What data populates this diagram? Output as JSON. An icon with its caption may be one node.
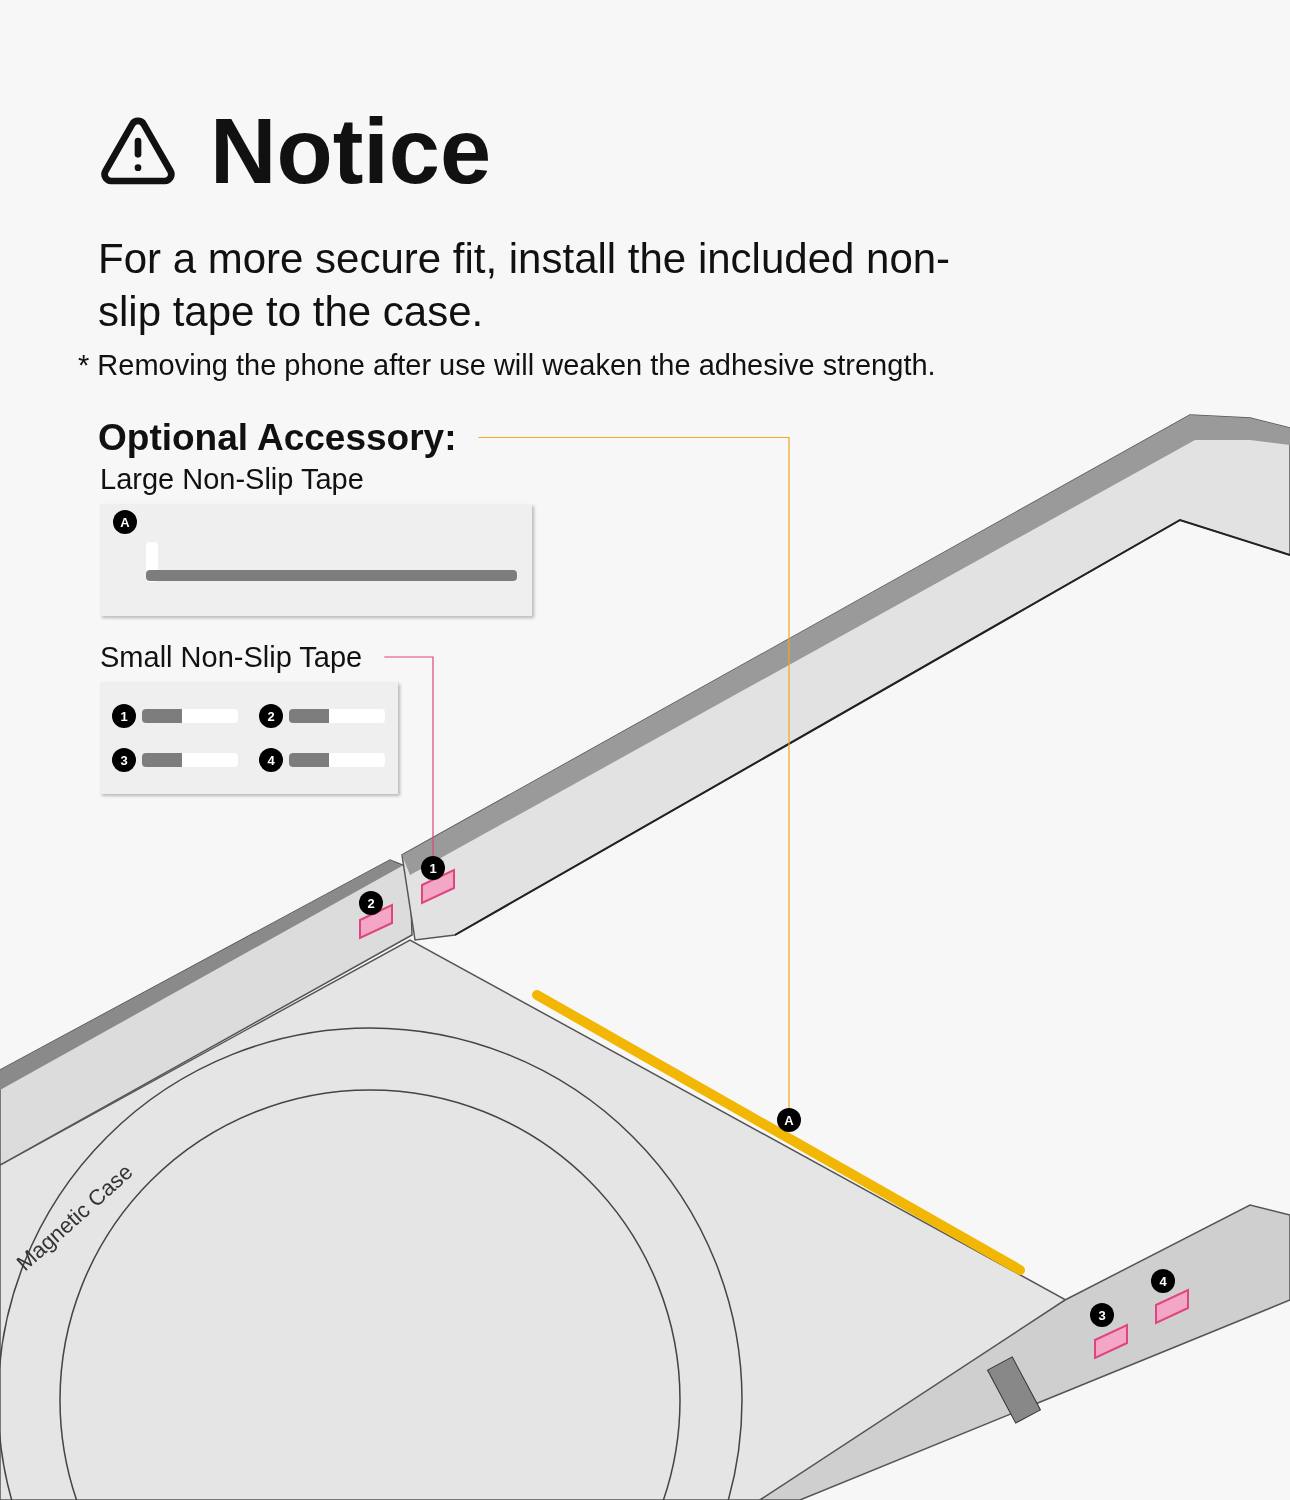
{
  "diagram": {
    "title": "Notice",
    "nodes": [
      {
        "text": [
          "Optional Accessory:"
        ]
      },
      {
        "text": [
          "Large Non-Slip Tape"
        ]
      },
      {
        "text": [
          "A"
        ],
        "in": 1
      },
      {
        "text": [
          "Small Non-Slip Tape"
        ]
      },
      {
        "text": [
          "1"
        ],
        "in": 3
      },
      {
        "text": [
          "2"
        ],
        "in": 3
      },
      {
        "text": [
          "3"
        ],
        "in": 3
      },
      {
        "text": [
          "4"
        ],
        "in": 3
      },
      {
        "text": [
          "1"
        ]
      },
      {
        "text": [
          "2"
        ]
      },
      {
        "text": [
          "A"
        ]
      },
      {
        "text": [
          "4"
        ]
      },
      {
        "text": [
          "3"
        ]
      }
    ],
    "edges": [
      {
        "from": 0,
        "to": 10,
        "arrow": "none",
        "color": "#f5a623"
      },
      {
        "from": 3,
        "to": 8,
        "arrow": "none",
        "color": "#e0457b"
      }
    ],
    "labels": [
      "For a more secure fit, install the included non-slip tape to the case.",
      "* Removing the phone after use will weaken the adhesive strength.",
      "Magnetic Case"
    ]
  }
}
